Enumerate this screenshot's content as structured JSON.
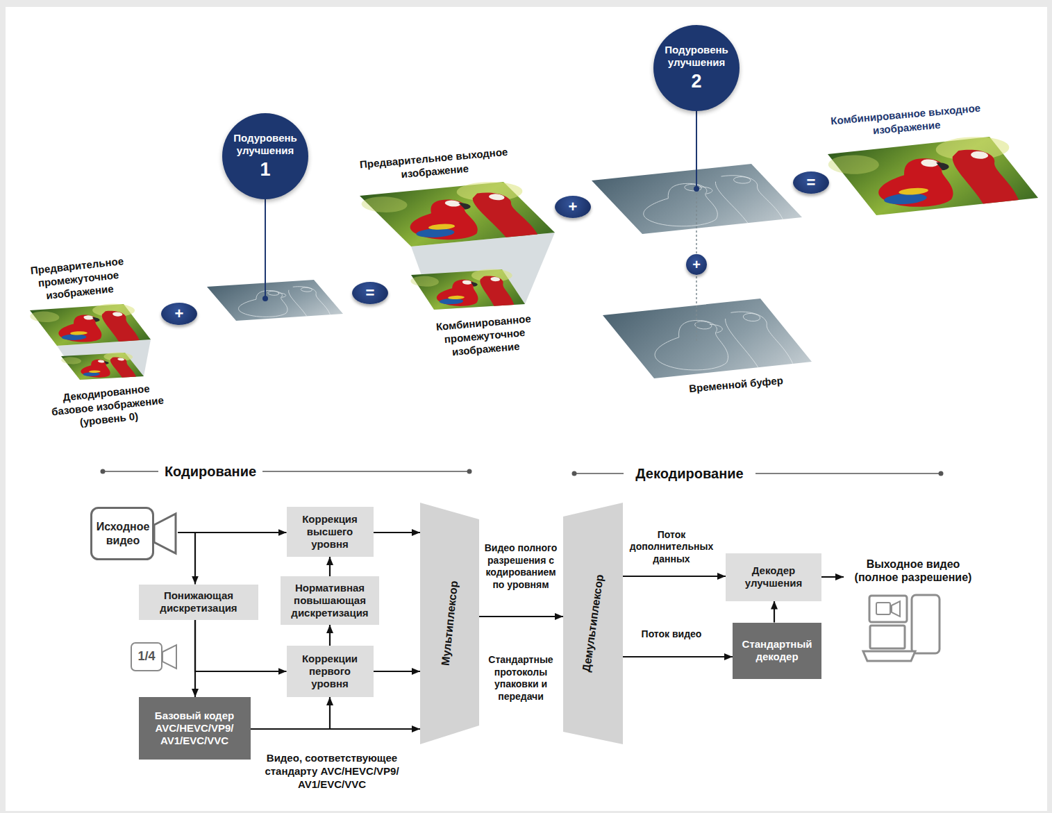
{
  "diagram": {
    "nodes": [
      {
        "text": [
          "Подуровень улучшения",
          "1"
        ]
      },
      {
        "text": [
          "+"
        ]
      },
      {
        "text": [
          "="
        ]
      },
      {
        "text": [
          "+"
        ]
      },
      {
        "text": [
          "Подуровень улучшения",
          "2"
        ]
      },
      {
        "text": [
          "+"
        ]
      },
      {
        "text": [
          "="
        ]
      },
      {
        "text": [
          "Исходное видео"
        ]
      },
      {
        "text": [
          "Понижающая дискретизация"
        ]
      },
      {
        "text": [
          "1/4"
        ]
      },
      {
        "text": [
          "Базовый кодер AVC/HEVC/VP9/ AV1/EVC/VVC"
        ]
      },
      {
        "text": [
          "Коррекция высшего уровня"
        ]
      },
      {
        "text": [
          "Нормативная повышающая дискретизация"
        ]
      },
      {
        "text": [
          "Коррекции первого уровня"
        ]
      },
      {
        "text": [
          "Мультиплексор"
        ]
      },
      {
        "text": [
          "Демультиплексор"
        ]
      },
      {
        "text": [
          "Декодер улучшения"
        ]
      },
      {
        "text": [
          "Стандартный декодер"
        ]
      },
      {
        "text": [
          "Выходное видео (полное разрешение)"
        ]
      }
    ],
    "edges": [
      {
        "from": 7,
        "to": 11,
        "arrow": "to"
      },
      {
        "from": 7,
        "to": 8,
        "arrow": "to"
      },
      {
        "from": 8,
        "to": 10,
        "arrow": "to"
      },
      {
        "from": 8,
        "to": 13,
        "arrow": "to"
      },
      {
        "from": 10,
        "to": 14,
        "arrow": "to"
      },
      {
        "from": 10,
        "to": 13,
        "arrow": "to"
      },
      {
        "from": 13,
        "to": 12,
        "arrow": "to"
      },
      {
        "from": 12,
        "to": 11,
        "arrow": "to"
      },
      {
        "from": 11,
        "to": 14,
        "arrow": "to"
      },
      {
        "from": 13,
        "to": 14,
        "arrow": "to"
      },
      {
        "from": 14,
        "to": 15,
        "arrow": "to"
      },
      {
        "from": 15,
        "to": 16,
        "label": "Поток дополнительных данных",
        "arrow": "to"
      },
      {
        "from": 15,
        "to": 17,
        "label": "Поток видео",
        "arrow": "to"
      },
      {
        "from": 17,
        "to": 16,
        "arrow": "to"
      },
      {
        "from": 16,
        "to": 18,
        "arrow": "to"
      }
    ],
    "labels": [
      "Предварительное промежуточное изображение",
      "Декодированное базовое изображение (уровень 0)",
      "Предварительное выходное изображение",
      "Комбинированное промежуточное изображение",
      "Временной буфер",
      "Комбинированное выходное изображение",
      "Кодирование",
      "Декодирование",
      "Видео полного разрешения с кодированием по уровням",
      "Стандартные протоколы упаковки и передачи",
      "Видео, соответствующее стандарту AVC/HEVC/VP9/ AV1/EVC/VVC"
    ]
  }
}
